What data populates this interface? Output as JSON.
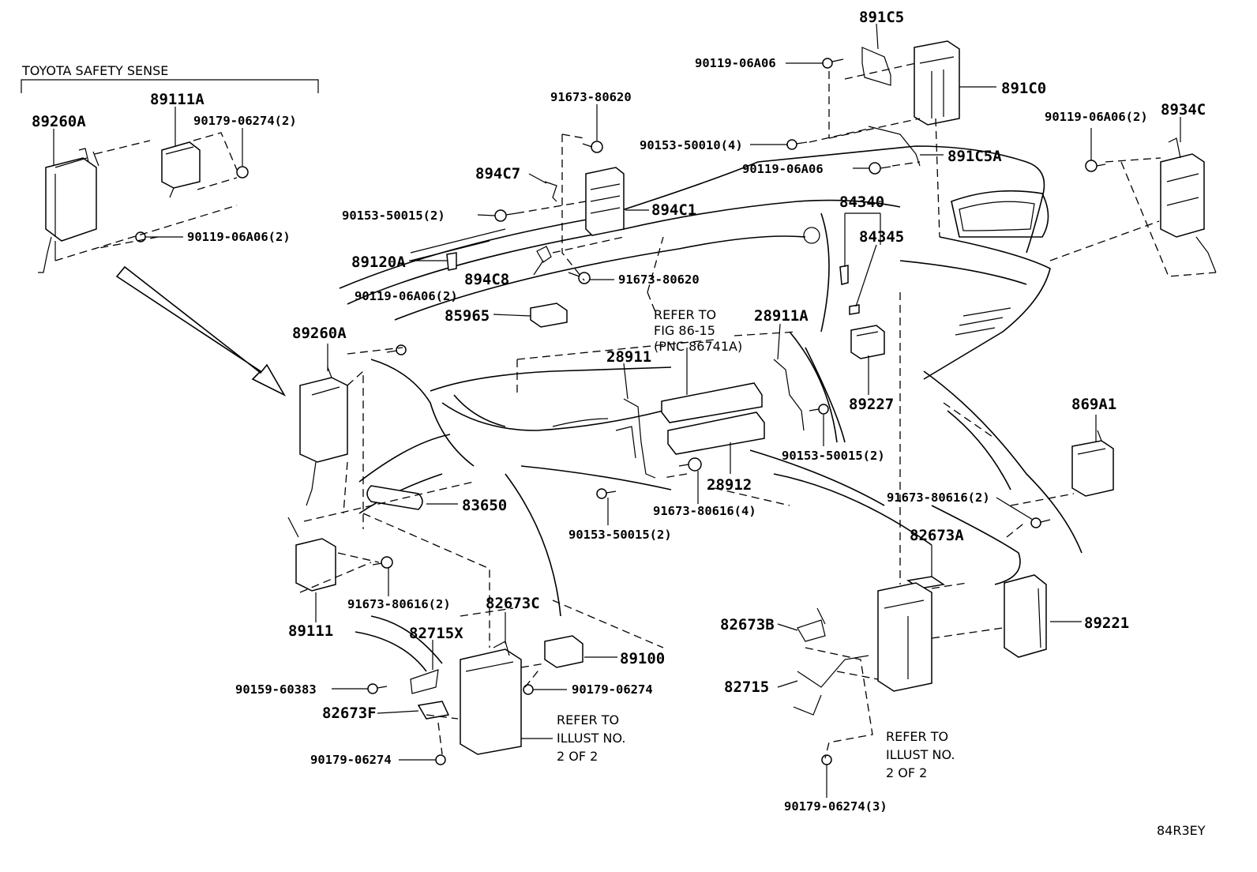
{
  "section_label": "TOYOTA SAFETY SENSE",
  "diagram_id": "84R3EY",
  "labels": {
    "p89260A_top": "89260A",
    "p89111A": "89111A",
    "p90179_06274_2": "90179-06274(2)",
    "p90119_06A06_2_left": "90119-06A06(2)",
    "p91673_80620_top": "91673-80620",
    "p894C7": "894C7",
    "p90153_50015_2_top": "90153-50015(2)",
    "p894C1": "894C1",
    "p89120A": "89120A",
    "p894C8": "894C8",
    "p91673_80620_mid": "91673-80620",
    "p90119_06A06_2_mid": "90119-06A06(2)",
    "p85965": "85965",
    "p891C5": "891C5",
    "p90119_06A06_top": "90119-06A06",
    "p891C0": "891C0",
    "p90153_50010_4": "90153-50010(4)",
    "p891C5A": "891C5A",
    "p90119_06A06_mid": "90119-06A06",
    "p90119_06A06_2_right": "90119-06A06(2)",
    "p8934C": "8934C",
    "p84340": "84340",
    "p84345": "84345",
    "refer_fig_1": "REFER TO",
    "refer_fig_2": "FIG 86-15",
    "refer_fig_3": "(PNC 86741A)",
    "p28911A": "28911A",
    "p28911": "28911",
    "p89227": "89227",
    "p89260A_mid": "89260A",
    "p90153_50015_2_right": "90153-50015(2)",
    "p28912": "28912",
    "p869A1": "869A1",
    "p83650": "83650",
    "p91673_80616_4": "91673-80616(4)",
    "p91673_80616_2_right": "91673-80616(2)",
    "p90153_50015_2_bottom": "90153-50015(2)",
    "p82673A": "82673A",
    "p91673_80616_2_left": "91673-80616(2)",
    "p82673C": "82673C",
    "p89111": "89111",
    "p82715X": "82715X",
    "p89100": "89100",
    "p89221": "89221",
    "p82673B": "82673B",
    "p90159_60383": "90159-60383",
    "p90179_06274_mid": "90179-06274",
    "p82715": "82715",
    "p82673F": "82673F",
    "p90179_06274_bottom": "90179-06274",
    "p90179_06274_3": "90179-06274(3)",
    "refer_illust_left_1": "REFER TO",
    "refer_illust_left_2": "ILLUST NO.",
    "refer_illust_left_3": "2 OF 2",
    "refer_illust_right_1": "REFER TO",
    "refer_illust_right_2": "ILLUST NO.",
    "refer_illust_right_3": "2 OF 2"
  }
}
